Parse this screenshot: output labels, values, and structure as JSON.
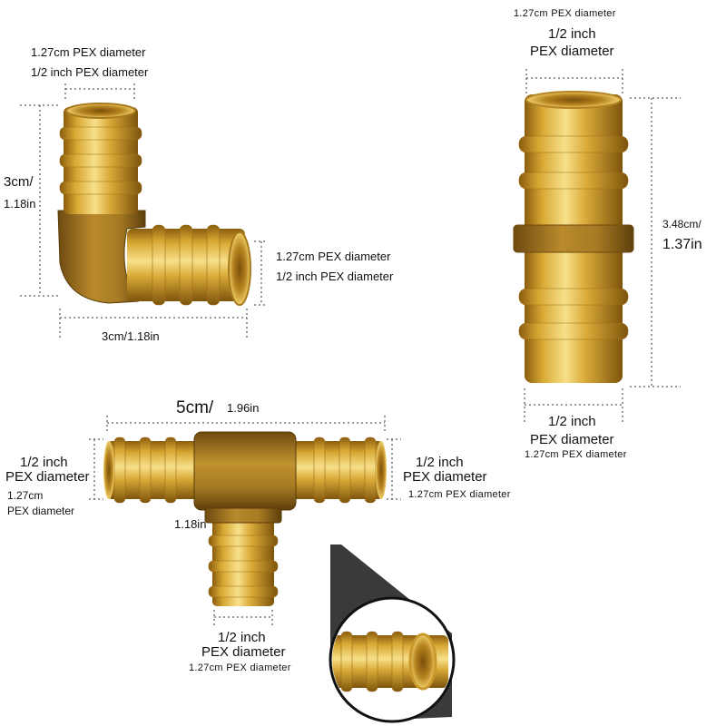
{
  "elbow": {
    "top_metric": "1.27cm PEX diameter",
    "top_imperial": "1/2 inch PEX diameter",
    "side_metric": "1.27cm PEX diameter",
    "side_imperial": "1/2 inch PEX diameter",
    "height_metric": "3cm/",
    "height_imperial": "1.18in",
    "width": "3cm/1.18in"
  },
  "coupling": {
    "top_metric": "1.27cm PEX diameter",
    "top_line1": "1/2 inch",
    "top_line2": "PEX diameter",
    "length_metric": "3.48cm/",
    "length_imperial": "1.37in",
    "bottom_line1": "1/2 inch",
    "bottom_line2": "PEX diameter",
    "bottom_metric": "1.27cm PEX diameter"
  },
  "tee": {
    "width_metric": "5cm/",
    "width_imperial": "1.96in",
    "left_line1": "1/2 inch",
    "left_line2": "PEX diameter",
    "left_metric1": "1.27cm",
    "left_metric2": "PEX diameter",
    "right_line1": "1/2 inch",
    "right_line2": "PEX diameter",
    "right_metric": "1.27cm PEX diameter",
    "height": "1.18in",
    "bottom_line1": "1/2 inch",
    "bottom_line2": "PEX diameter",
    "bottom_metric": "1.27cm PEX diameter"
  },
  "colors": {
    "brass_light": "#f3da7c",
    "brass_mid": "#d8a833",
    "brass_dark": "#8a5d0e",
    "dim_line": "#333333",
    "zoom_wedge": "#3a3a3a"
  }
}
